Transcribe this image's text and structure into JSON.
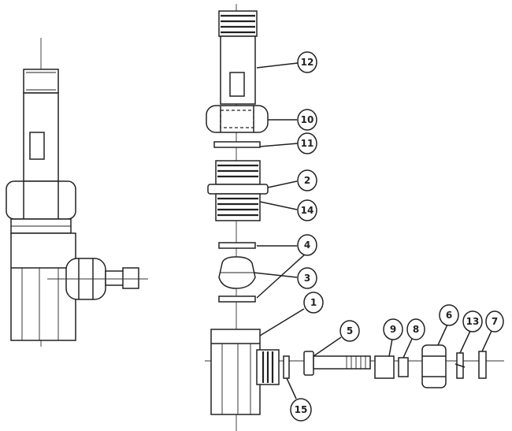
{
  "callouts": [
    {
      "id": "12",
      "label": "12"
    },
    {
      "id": "10",
      "label": "10"
    },
    {
      "id": "11",
      "label": "11"
    },
    {
      "id": "2",
      "label": "2"
    },
    {
      "id": "14",
      "label": "14"
    },
    {
      "id": "4",
      "label": "4"
    },
    {
      "id": "3",
      "label": "3"
    },
    {
      "id": "1",
      "label": "1"
    },
    {
      "id": "5",
      "label": "5"
    },
    {
      "id": "9",
      "label": "9"
    },
    {
      "id": "8",
      "label": "8"
    },
    {
      "id": "6",
      "label": "6"
    },
    {
      "id": "13",
      "label": "13"
    },
    {
      "id": "7",
      "label": "7"
    },
    {
      "id": "15",
      "label": "15"
    }
  ]
}
